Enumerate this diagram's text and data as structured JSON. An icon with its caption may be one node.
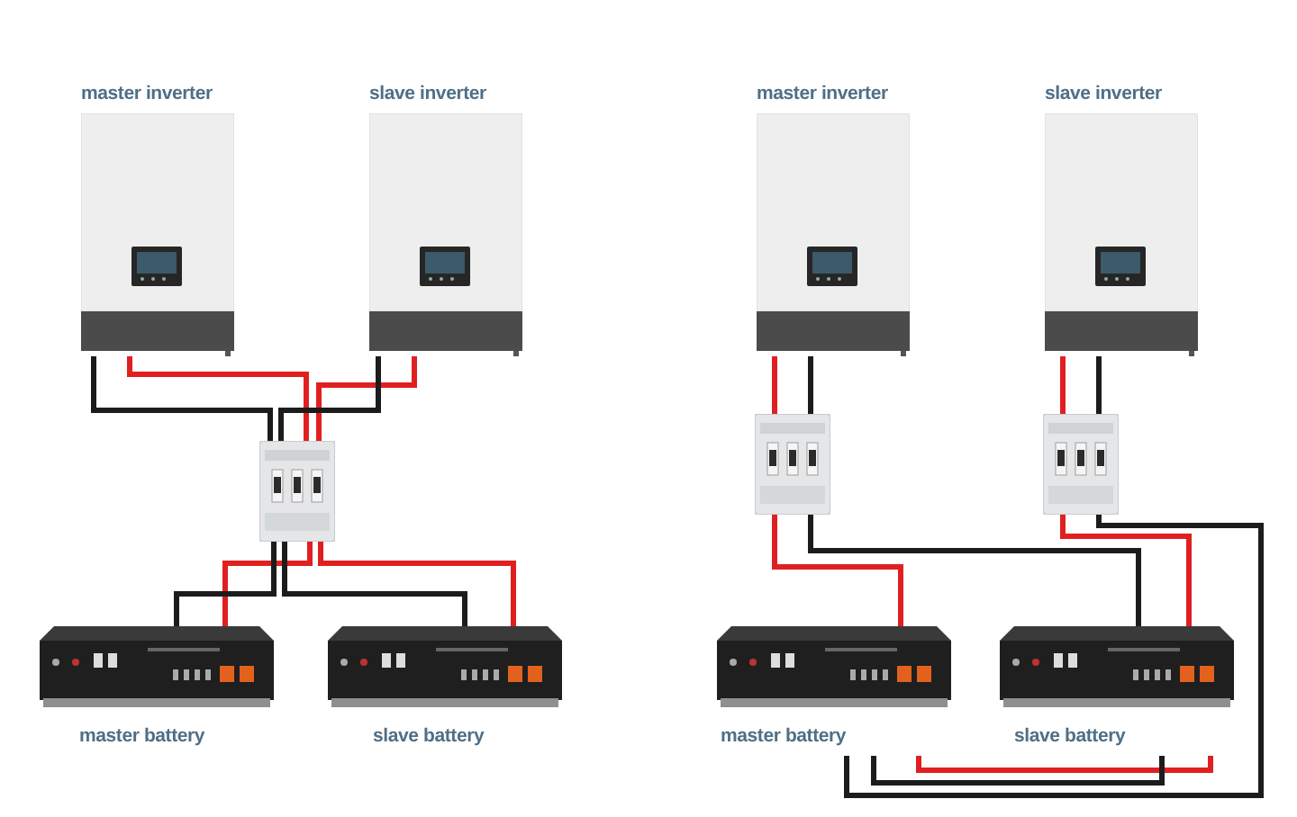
{
  "diagram": {
    "nodes": [
      {
        "text": [
          "master inverter"
        ]
      },
      {
        "text": [
          "slave inverter"
        ]
      },
      {
        "text": [],
        "shape": "picture"
      },
      {
        "text": [
          "master battery"
        ]
      },
      {
        "text": [
          "slave battery"
        ]
      },
      {
        "text": [
          "master inverter"
        ]
      },
      {
        "text": [
          "slave inverter"
        ]
      },
      {
        "text": [],
        "shape": "picture"
      },
      {
        "text": [],
        "shape": "picture"
      },
      {
        "text": [
          "master battery"
        ]
      },
      {
        "text": [
          "slave battery"
        ]
      }
    ],
    "edges": [
      {
        "from": 0,
        "to": 2,
        "arrow": "none",
        "color": "#e02020"
      },
      {
        "from": 0,
        "to": 2,
        "arrow": "none",
        "color": "#1c1c1c"
      },
      {
        "from": 1,
        "to": 2,
        "arrow": "none",
        "color": "#e02020"
      },
      {
        "from": 1,
        "to": 2,
        "arrow": "none",
        "color": "#1c1c1c"
      },
      {
        "from": 2,
        "to": 3,
        "arrow": "none",
        "color": "#e02020"
      },
      {
        "from": 2,
        "to": 3,
        "arrow": "none",
        "color": "#1c1c1c"
      },
      {
        "from": 2,
        "to": 4,
        "arrow": "none",
        "color": "#e02020"
      },
      {
        "from": 2,
        "to": 4,
        "arrow": "none",
        "color": "#1c1c1c"
      },
      {
        "from": 5,
        "to": 7,
        "arrow": "none",
        "color": "#e02020"
      },
      {
        "from": 5,
        "to": 7,
        "arrow": "none",
        "color": "#1c1c1c"
      },
      {
        "from": 6,
        "to": 8,
        "arrow": "none",
        "color": "#e02020"
      },
      {
        "from": 6,
        "to": 8,
        "arrow": "none",
        "color": "#1c1c1c"
      },
      {
        "from": 7,
        "to": 9,
        "arrow": "none",
        "color": "#e02020"
      },
      {
        "from": 7,
        "to": 10,
        "arrow": "none",
        "color": "#1c1c1c"
      },
      {
        "from": 8,
        "to": 10,
        "arrow": "none",
        "color": "#e02020"
      },
      {
        "from": 8,
        "to": 9,
        "arrow": "none",
        "color": "#1c1c1c"
      },
      {
        "from": 9,
        "to": 10,
        "arrow": "none",
        "color": "#e02020"
      },
      {
        "from": 9,
        "to": 10,
        "arrow": "none",
        "color": "#1c1c1c"
      }
    ]
  }
}
